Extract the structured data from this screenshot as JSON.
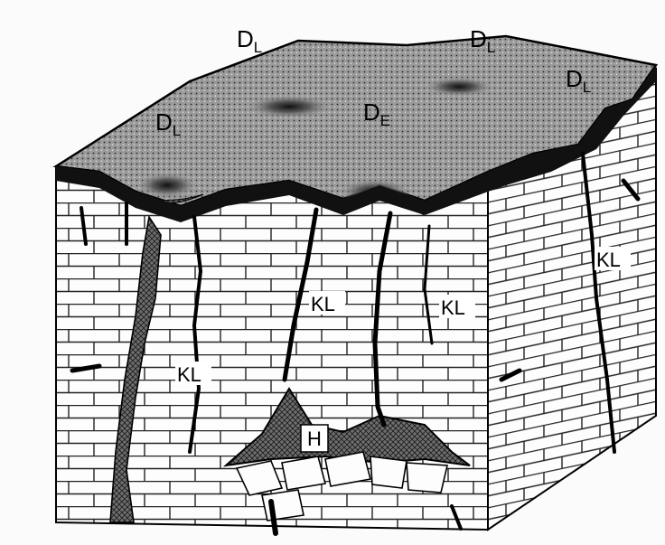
{
  "labels": {
    "dl_main": "D",
    "dl_sub": "L",
    "de_main": "D",
    "de_sub": "E",
    "kl": "KL",
    "h": "H"
  }
}
